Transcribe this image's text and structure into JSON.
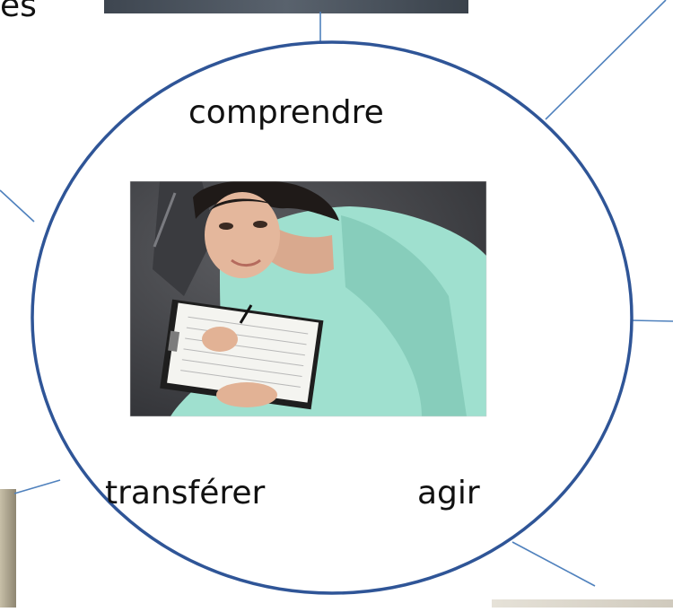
{
  "diagram": {
    "cropped_label": "es",
    "words": {
      "top": "comprendre",
      "bottom_left": "transférer",
      "bottom_right": "agir"
    },
    "center_photo": "nurse-writing-on-clipboard",
    "colors": {
      "ring": "#2f5597",
      "connector": "#4f81bd",
      "scrubs": "#9fe0cf",
      "background": "#ffffff"
    }
  }
}
